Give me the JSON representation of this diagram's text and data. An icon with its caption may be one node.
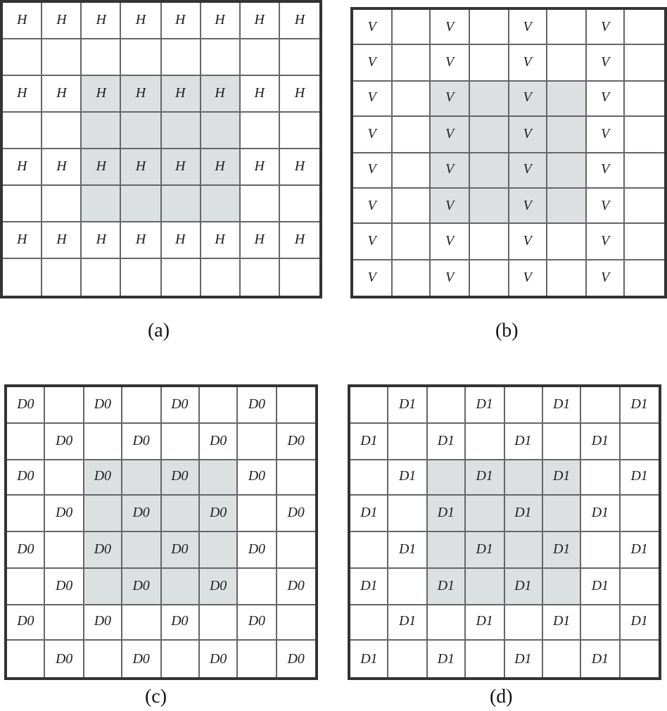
{
  "diagram": {
    "labels": [
      "H",
      "H",
      "H",
      "H",
      "H",
      "H",
      "H",
      "H",
      "H",
      "H",
      "H",
      "H",
      "H",
      "H",
      "H",
      "H",
      "H",
      "H",
      "H",
      "H",
      "H",
      "H",
      "H",
      "H",
      "H",
      "H",
      "H",
      "H",
      "H",
      "H",
      "H",
      "H",
      "(a)",
      "V",
      "V",
      "V",
      "V",
      "V",
      "V",
      "V",
      "V",
      "V",
      "V",
      "V",
      "V",
      "V",
      "V",
      "V",
      "V",
      "V",
      "V",
      "V",
      "V",
      "V",
      "V",
      "V",
      "V",
      "V",
      "V",
      "V",
      "V",
      "V",
      "V",
      "V",
      "V",
      "(b)",
      "D0",
      "D0",
      "D0",
      "D0",
      "D0",
      "D0",
      "D0",
      "D0",
      "D0",
      "D0",
      "D0",
      "D0",
      "D0",
      "D0",
      "D0",
      "D0",
      "D0",
      "D0",
      "D0",
      "D0",
      "D0",
      "D0",
      "D0",
      "D0",
      "D0",
      "D0",
      "D0",
      "D0",
      "D0",
      "D0",
      "D0",
      "D0",
      "(c)",
      "D1",
      "D1",
      "D1",
      "D1",
      "D1",
      "D1",
      "D1",
      "D1",
      "D1",
      "D1",
      "D1",
      "D1",
      "D1",
      "D1",
      "D1",
      "D1",
      "D1",
      "D1",
      "D1",
      "D1",
      "D1",
      "D1",
      "D1",
      "D1",
      "D1",
      "D1",
      "D1",
      "D1",
      "D1",
      "D1",
      "D1",
      "D1",
      "(d)"
    ]
  }
}
